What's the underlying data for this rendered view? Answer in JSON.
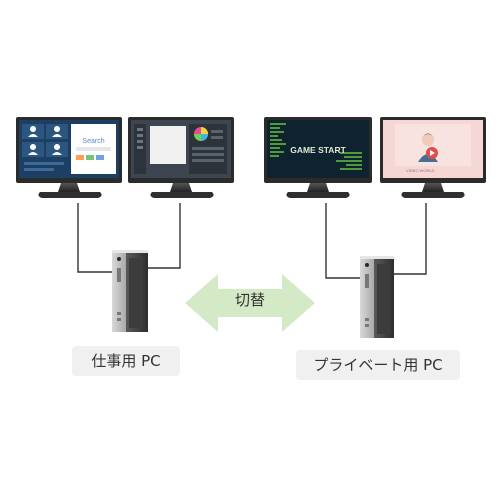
{
  "work_pc": {
    "label": "仕事用 PC",
    "monitor_left": {
      "screen": "video-call",
      "search_text": "Search"
    },
    "monitor_right": {
      "screen": "paint-editor"
    }
  },
  "private_pc": {
    "label": "プライベート用 PC",
    "monitor_left": {
      "screen": "game",
      "title_text": "GAME START"
    },
    "monitor_right": {
      "screen": "video-player",
      "caption_text": "VIDEO WORLD"
    }
  },
  "switch": {
    "label": "切替"
  },
  "colors": {
    "arrow": "#d4e9c6",
    "monitor_bezel": "#2b2b2b",
    "monitor_stand": "#3a3a3a",
    "cable": "#333333",
    "pc_body": "#c7c7c7",
    "pc_front": "#4a4a4a",
    "caption_bg": "#f0f0f0",
    "video_call_bg": "#1c3f63",
    "game_bg": "#0f2230",
    "game_text": "#a5d46a",
    "video_bg": "#f5d8d6"
  }
}
